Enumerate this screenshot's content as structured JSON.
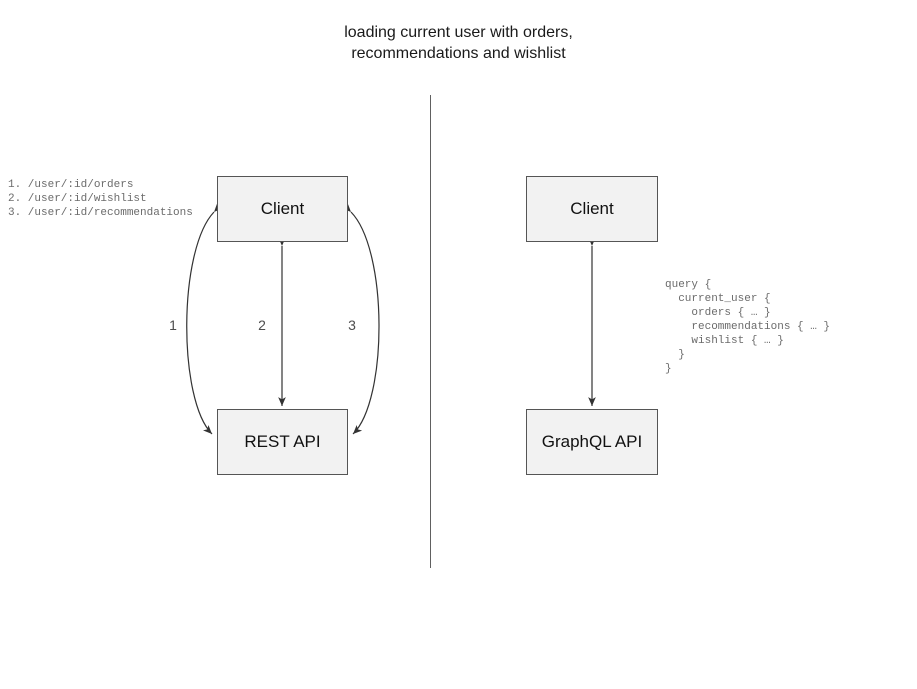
{
  "diagram": {
    "title": "loading current user with orders,\nrecommendations and wishlist",
    "background_color": "#ffffff",
    "node_fill_color": "#f2f2f2",
    "node_border_color": "#555555",
    "edge_color": "#333333",
    "annotation_color": "#6b6b6b",
    "divider_color": "#606060"
  },
  "left_panel": {
    "name": "rest-approach",
    "nodes": [
      {
        "id": "client-rest",
        "label": "Client"
      },
      {
        "id": "rest-api",
        "label": "REST API"
      }
    ],
    "edge_labels": [
      "1",
      "2",
      "3"
    ],
    "endpoints": "1. /user/:id/orders\n2. /user/:id/wishlist\n3. /user/:id/recommendations",
    "endpoint_list": [
      "1. /user/:id/orders",
      "2. /user/:id/wishlist",
      "3. /user/:id/recommendations"
    ]
  },
  "right_panel": {
    "name": "graphql-approach",
    "nodes": [
      {
        "id": "client-graphql",
        "label": "Client"
      },
      {
        "id": "graphql-api",
        "label": "GraphQL API"
      }
    ],
    "query": "query {\n  current_user {\n    orders { … }\n    recommendations { … }\n    wishlist { … }\n  }\n}",
    "query_lines": [
      "query {",
      "  current_user {",
      "    orders { … }",
      "    recommendations { … }",
      "    wishlist { … }",
      "  }",
      "}"
    ]
  }
}
